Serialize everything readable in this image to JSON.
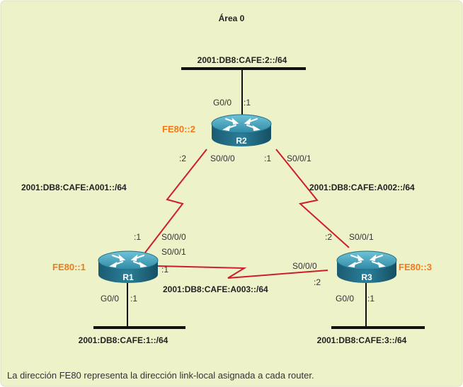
{
  "colors": {
    "area_background": "#eef2c9",
    "area_border": "#dfe3b5",
    "link_serial": "#cc1f2a",
    "lan_line": "#111111",
    "link_local_text": "#f07a1a"
  },
  "area": {
    "title": "Área 0"
  },
  "routers": {
    "r1": {
      "name": "R1",
      "link_local": "FE80::1",
      "icon": "router-icon"
    },
    "r2": {
      "name": "R2",
      "link_local": "FE80::2",
      "icon": "router-icon"
    },
    "r3": {
      "name": "R3",
      "link_local": "FE80::3",
      "icon": "router-icon"
    }
  },
  "lans": {
    "r1": {
      "prefix": "2001:DB8:CAFE:1::/64",
      "interface": "G0/0",
      "host": ":1"
    },
    "r2": {
      "prefix": "2001:DB8:CAFE:2::/64",
      "interface": "G0/0",
      "host": ":1"
    },
    "r3": {
      "prefix": "2001:DB8:CAFE:3::/64",
      "interface": "G0/0",
      "host": ":1"
    }
  },
  "links": {
    "r1_r2": {
      "prefix": "2001:DB8:CAFE:A001::/64",
      "r1_interface": "S0/0/0",
      "r1_host": ":1",
      "r2_interface": "S0/0/0",
      "r2_host": ":2"
    },
    "r2_r3": {
      "prefix": "2001:DB8:CAFE:A002::/64",
      "r2_interface": "S0/0/1",
      "r2_host": ":1",
      "r3_interface": "S0/0/1",
      "r3_host": ":2"
    },
    "r1_r3": {
      "prefix": "2001:DB8:CAFE:A003::/64",
      "r1_interface": "S0/0/1",
      "r1_host": ":1",
      "r3_interface": "S0/0/0",
      "r3_host": ":2"
    }
  },
  "caption": "La dirección FE80 representa la dirección link-local asignada a cada router."
}
